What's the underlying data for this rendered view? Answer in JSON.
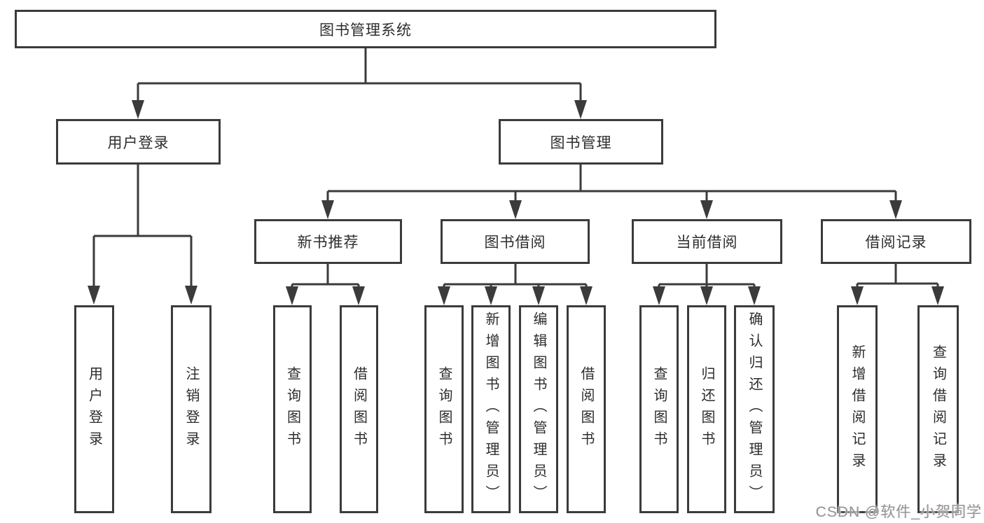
{
  "tree": {
    "root": {
      "label": "图书管理系统",
      "children": [
        {
          "label": "用户登录",
          "children": [
            {
              "label": "用户登录"
            },
            {
              "label": "注销登录"
            }
          ]
        },
        {
          "label": "图书管理",
          "children": [
            {
              "label": "新书推荐",
              "children": [
                {
                  "label": "查询图书"
                },
                {
                  "label": "借阅图书"
                }
              ]
            },
            {
              "label": "图书借阅",
              "children": [
                {
                  "label": "查询图书"
                },
                {
                  "label": "新增图书（管理员）"
                },
                {
                  "label": "编辑图书（管理员）"
                },
                {
                  "label": "借阅图书"
                }
              ]
            },
            {
              "label": "当前借阅",
              "children": [
                {
                  "label": "查询图书"
                },
                {
                  "label": "归还图书"
                },
                {
                  "label": "确认归还（管理员）"
                }
              ]
            },
            {
              "label": "借阅记录",
              "children": [
                {
                  "label": "新增借阅记录"
                },
                {
                  "label": "查询借阅记录"
                }
              ]
            }
          ]
        }
      ]
    }
  },
  "watermark": {
    "text": "CSDN @软件_小贺同学"
  },
  "colors": {
    "line": "#3b3b3b",
    "box_border": "#3b3b3b",
    "text": "#2d2d2d",
    "watermark": "#949494",
    "background": "#ffffff"
  }
}
